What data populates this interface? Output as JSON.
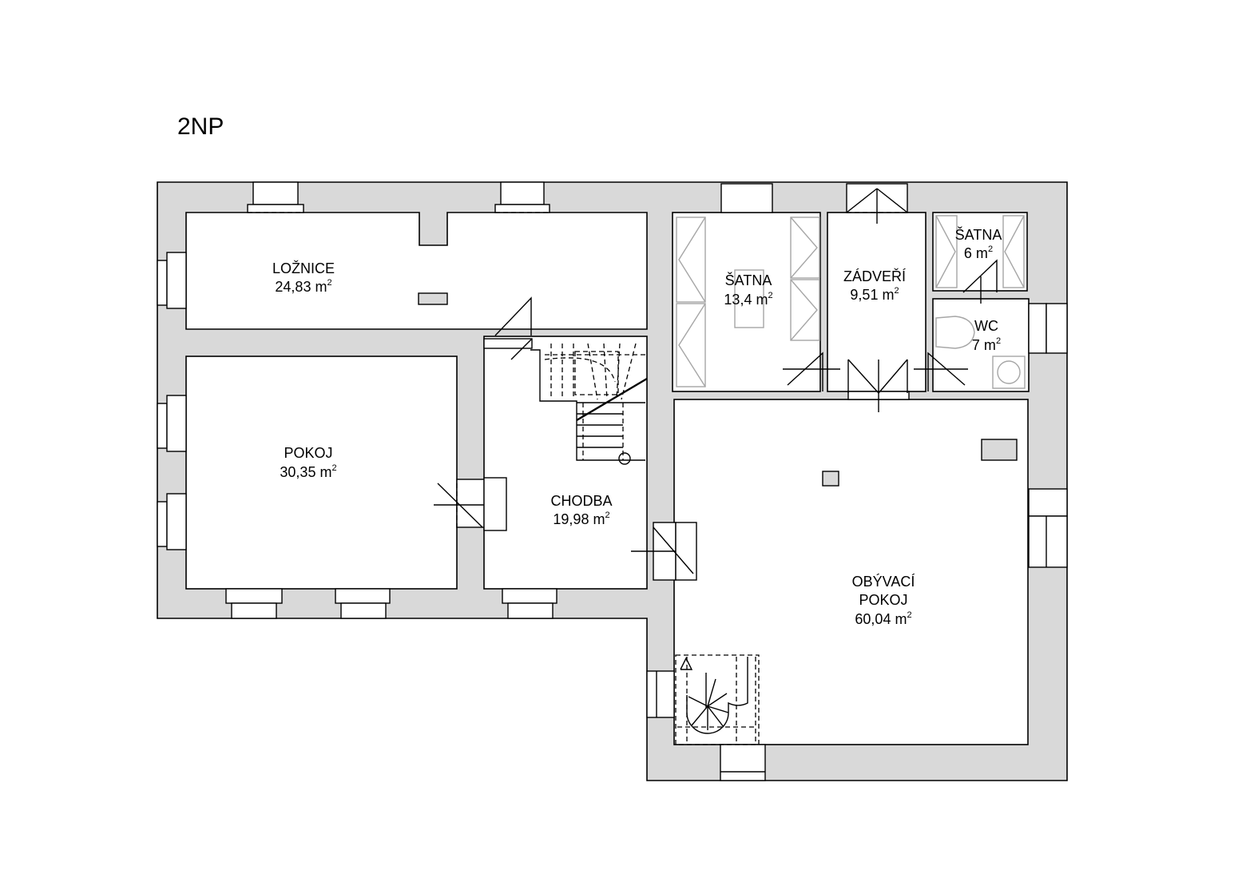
{
  "floor_label": "2NP",
  "rooms": {
    "loznice": {
      "name": "LOŽNICE",
      "area": "24,83 m",
      "exp": "2"
    },
    "pokoj": {
      "name": "POKOJ",
      "area": "30,35 m",
      "exp": "2"
    },
    "chodba": {
      "name": "CHODBA",
      "area": "19,98 m",
      "exp": "2"
    },
    "satna_large": {
      "name": "ŠATNA",
      "area": "13,4 m",
      "exp": "2"
    },
    "zadveri": {
      "name": "ZÁDVEŘÍ",
      "area": "9,51 m",
      "exp": "2"
    },
    "satna_small": {
      "name": "ŠATNA",
      "area": "6 m",
      "exp": "2"
    },
    "wc": {
      "name": "WC",
      "area": "7 m",
      "exp": "2"
    },
    "obyvaci": {
      "name_line1": "OBÝVACÍ",
      "name_line2": "POKOJ",
      "area": "60,04 m",
      "exp": "2"
    }
  },
  "colors": {
    "wall": "#d9d9d9",
    "room": "#ffffff",
    "line": "#000000",
    "fixture": "#a6a6a6"
  }
}
